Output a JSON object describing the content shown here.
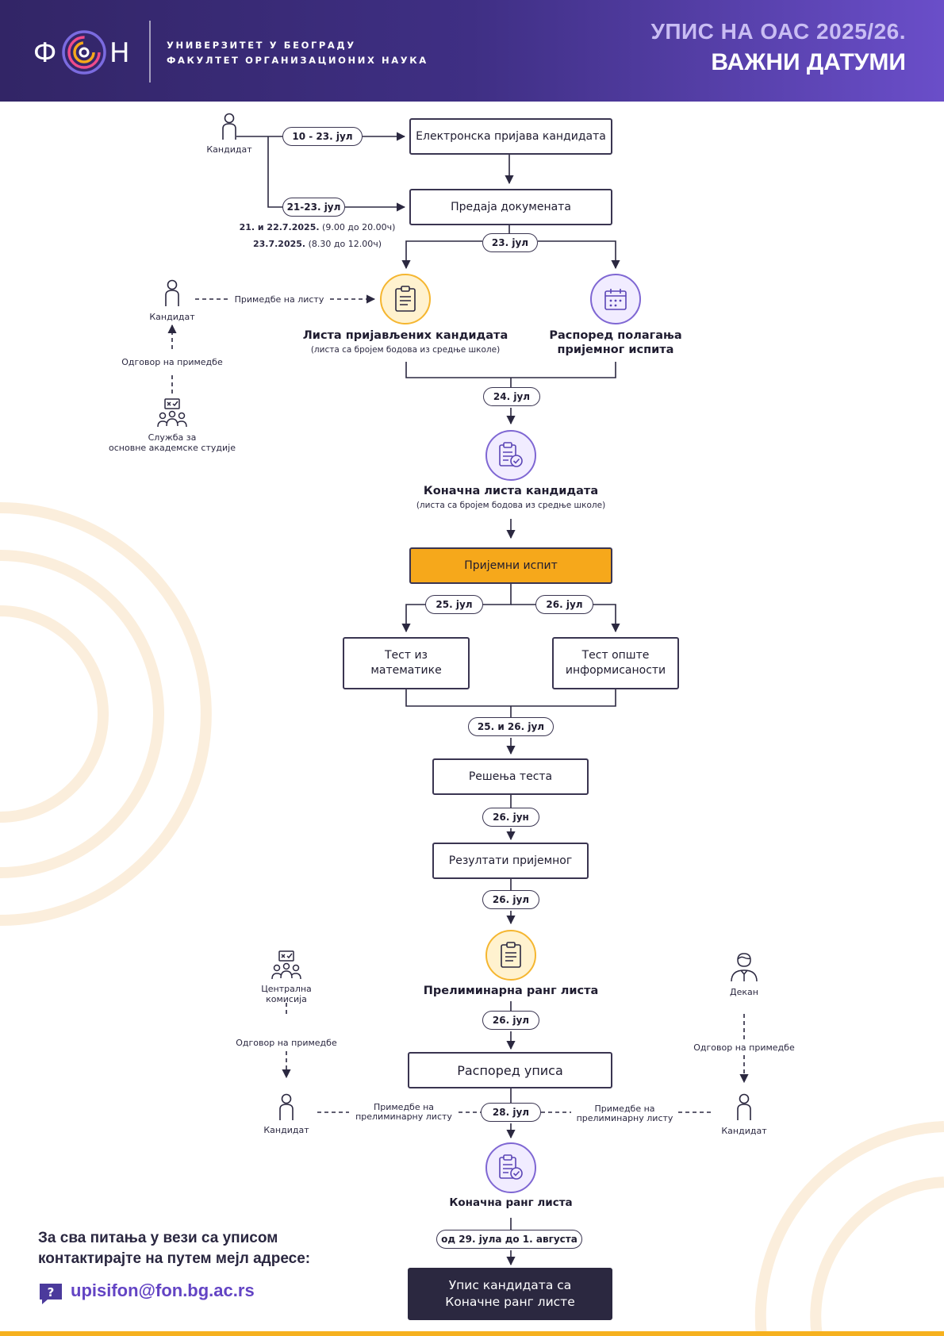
{
  "header": {
    "university": "УНИВЕРЗИТЕТ У БЕОГРАДУ",
    "faculty": "ФАКУЛТЕТ ОРГАНИЗАЦИОНИХ НАУКА",
    "title_line1": "УПИС НА ОАС 2025/26.",
    "title_line2": "ВАЖНИ ДАТУМИ"
  },
  "colors": {
    "header": "#3f2f84",
    "accent_purple": "#6344c4",
    "accent_orange": "#f6a81b",
    "dark": "#2b2840"
  },
  "actors": {
    "candidate": "Кандидат",
    "service_line1": "Служба за",
    "service_line2": "основне академске студије",
    "central_commission_line1": "Централна",
    "central_commission_line2": "комисија",
    "dean": "Декан"
  },
  "flow": {
    "step1_date": "10 - 23. јул",
    "step1": "Електронска пријава кандидата",
    "step2_date": "21-23. јул",
    "step2": "Предаја докумената",
    "step2_note1_bold": "21. и 22.7.2025.",
    "step2_note1": "(9.00 до 20.00ч)",
    "step2_note2_bold": "23.7.2025.",
    "step2_note2": "(8.30 до 12.00ч)",
    "split_date": "23. јул",
    "list_title": "Листа пријављених кандидата",
    "list_sub": "(листа са бројем бодова из средње школе)",
    "schedule_line1": "Распоред полагања",
    "schedule_line2": "пријемног испита",
    "remarks_on_list": "Примедбе на листу",
    "answer_to_remarks": "Одговор на примедбе",
    "date_24": "24. јул",
    "final_list_title": "Коначна листа кандидата",
    "final_list_sub": "(листа са бројем бодова из средње школе)",
    "exam": "Пријемни испит",
    "date_25": "25. јул",
    "date_26": "26. јул",
    "math_line1": "Тест из",
    "math_line2": "математике",
    "gen_line1": "Тест опште",
    "gen_line2": "информисаности",
    "date_25_26": "25. и 26. јул",
    "solutions": "Решења теста",
    "date_26_jun_a": "26. јун",
    "results": "Резултати пријемног",
    "date_26_jun_b": "26. јул",
    "prelim": "Прелиминарна ранг листа",
    "date_26_c": "26. јул",
    "enrollment_schedule": "Распоред уписа",
    "date_28": "28. јул",
    "remarks_prelim_line1": "Примедбе на",
    "remarks_prelim_line2": "прелиминарну листу",
    "final_rank": "Коначна ранг листа",
    "date_final": "од 29. јула до 1. августа",
    "enroll_line1": "Упис кандидата са",
    "enroll_line2": "Коначне ранг листе"
  },
  "contact": {
    "line1": "За сва питања у вези са уписом",
    "line2": "контактирајте на путем мејл адресе:",
    "email": "upisifon@fon.bg.ac.rs"
  }
}
